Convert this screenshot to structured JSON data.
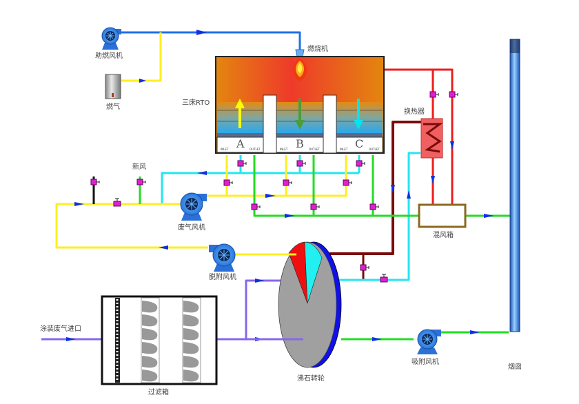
{
  "title": "RTO + 沸石转轮 废气处理工艺流程",
  "labels": {
    "combustion_fan": "助燃风机",
    "fuel_gas": "燃气",
    "burner": "燃烧机",
    "rto": "三床RTO",
    "heat_exchanger": "换热器",
    "fresh_air": "新风",
    "exhaust_fan": "废气风机",
    "desorption_fan": "脱附风机",
    "mixing_box": "混风箱",
    "paint_inlet": "涂装废气进口",
    "filter_box": "过滤箱",
    "zeolite_rotor": "沸石转轮",
    "adsorption_fan": "吸附风机",
    "chimney": "烟囱"
  },
  "beds": [
    {
      "name": "A",
      "inlet": "INLET",
      "outlet": "OUTLET",
      "flow": "up",
      "arrow_color": "#ffff00"
    },
    {
      "name": "B",
      "inlet": "INLET",
      "outlet": "OUTLET",
      "flow": "down",
      "arrow_color": "#4a9e3a"
    },
    {
      "name": "C",
      "inlet": "INLET",
      "outlet": "OUTLET",
      "flow": "down",
      "arrow_color": "#00e5ee"
    }
  ],
  "colors": {
    "air_line": "#1e6fe8",
    "gas_line": "#ffee22",
    "waste_gas": "#ffee22",
    "clean_gas": "#22dd22",
    "purge_gas": "#22e6f0",
    "hot_gas": "#ee1c1c",
    "desorb_hot": "#7a0a0a",
    "inlet_gas": "#8866ee",
    "arrow": "#1030e0",
    "valve": "#e020d0"
  }
}
